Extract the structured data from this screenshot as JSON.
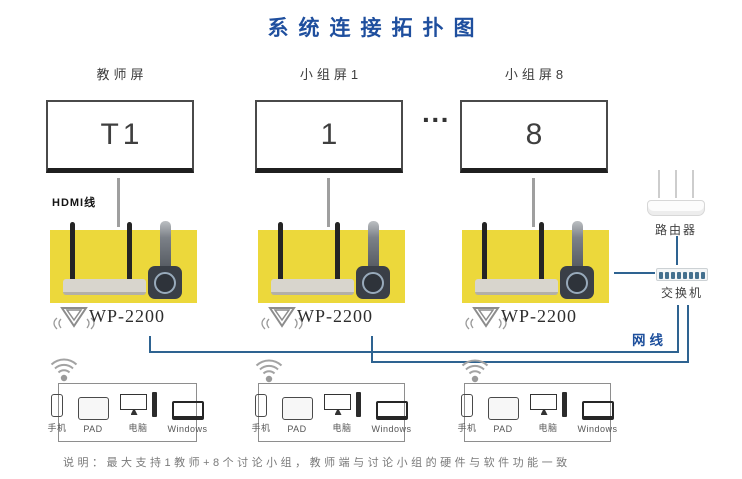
{
  "title": "系统连接拓扑图",
  "columns": [
    {
      "screen_label": "教师屏",
      "screen_id": "T1",
      "device_model": "WP-2200"
    },
    {
      "screen_label": "小组屏1",
      "screen_id": "1",
      "device_model": "WP-2200"
    },
    {
      "screen_label": "小组屏8",
      "screen_id": "8",
      "device_model": "WP-2200"
    }
  ],
  "ellipsis": "···",
  "hdmi_label": "HDMI线",
  "network": {
    "router_label": "路由器",
    "switch_label": "交换机",
    "cable_label": "网线"
  },
  "client_devices": {
    "items": [
      {
        "label": "手机"
      },
      {
        "label": "PAD"
      },
      {
        "label": "电脑"
      },
      {
        "label": "Windows"
      }
    ]
  },
  "footer_note": "说明：最大支持1教师+8个讨论小组，教师端与讨论小组的硬件与软件功能一致",
  "icons": {
    "wifi_icon": "wifi signal arcs with dot",
    "brand_logo_icon": "nested down-triangle with radio waves",
    "router_icon": "white router with three antennas",
    "switch_icon": "8-port network switch",
    "phone_icon": "smartphone outline",
    "pad_icon": "tablet outline",
    "computer_icon": "desktop monitor with tower",
    "windows_icon": "laptop outline"
  },
  "colors": {
    "title_blue": "#1f4f9e",
    "cable_blue": "#2e6391",
    "label_blue": "#1d4f9c",
    "device_yellow": "#ecd83b",
    "text_dark": "#3c3c3c",
    "text_gray": "#7a7a7a"
  }
}
